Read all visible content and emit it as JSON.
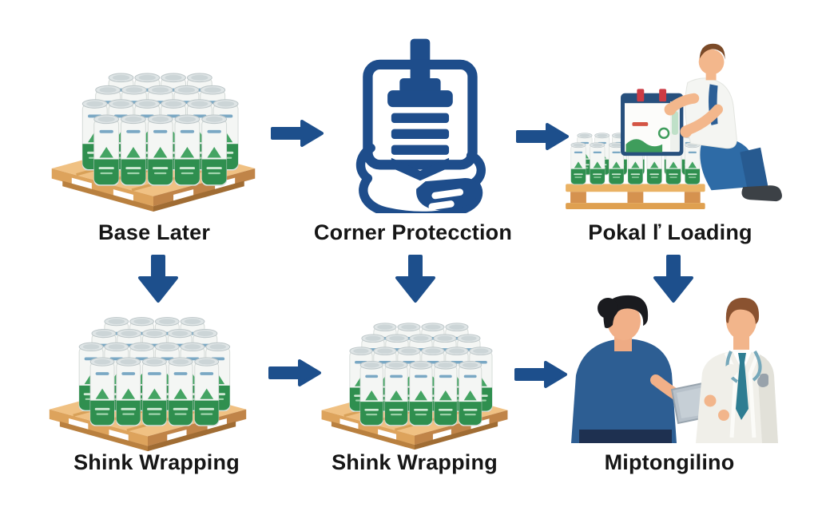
{
  "title": "Pallet packing process flow infographic",
  "colors": {
    "background": "#ffffff",
    "arrow_blue": "#1d4f8c",
    "icon_blue": "#1e4d8b",
    "label_text": "#161616",
    "can_green": "#2f8f4f",
    "pallet_wood": "#eab264"
  },
  "panels": [
    {
      "id": "base-layer",
      "label": "Base Later",
      "illustration": "pallet-of-cans-illustration"
    },
    {
      "id": "corner-protection",
      "label": "Corner Protecction",
      "illustration": "corner-protector-hand-icon"
    },
    {
      "id": "pallet-loading",
      "label": "Pokal ľ Loading",
      "illustration": "worker-loading-box-on-pallet-illustration"
    },
    {
      "id": "shrink-wrapping-1",
      "label": "Shink Wrapping",
      "illustration": "pallet-of-cans-illustration"
    },
    {
      "id": "shrink-wrapping-2",
      "label": "Shink Wrapping",
      "illustration": "pallet-of-cans-illustration"
    },
    {
      "id": "final-handoff",
      "label": "Miptongilino",
      "illustration": "two-people-discussing-illustration"
    }
  ]
}
